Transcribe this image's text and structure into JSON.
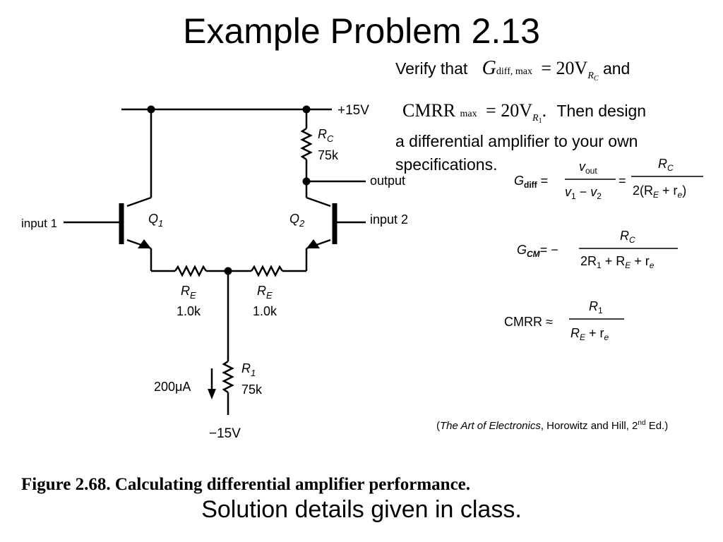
{
  "slide": {
    "title": "Example Problem 2.13",
    "intro": {
      "verify_that": "Verify that",
      "gdiff_symbol": "G",
      "gdiff_subscript": "diff, max",
      "equals_20V": "= 20V",
      "rc_subscript": "R",
      "rc_subsub": "C",
      "and": "and",
      "cmrr_symbol": "CMRR",
      "cmrr_subscript": "max",
      "r1_subscript": "R",
      "r1_subsub": "1",
      "period": ".",
      "then_design": "Then design",
      "line3": "a differential amplifier to your own",
      "line4": "specifications."
    },
    "citation": {
      "open": "(",
      "book": "The Art of Electronics",
      "authors": ", Horowitz and Hill, 2",
      "sup": "nd",
      "edition": " Ed.)"
    },
    "figure_caption": "Figure 2.68. Calculating differential amplifier performance.",
    "solution": "Solution details given in class."
  },
  "circuit": {
    "supply_pos": "+15V",
    "supply_neg": "−15V",
    "rc_label": "R",
    "rc_sub": "C",
    "rc_value": "75k",
    "output": "output",
    "input1": "input 1",
    "input2": "input 2",
    "q1": "Q",
    "q1_sub": "1",
    "q2": "Q",
    "q2_sub": "2",
    "re_left_label": "R",
    "re_left_sub": "E",
    "re_left_value": "1.0k",
    "re_right_label": "R",
    "re_right_sub": "E",
    "re_right_value": "1.0k",
    "r1_label": "R",
    "r1_sub": "1",
    "r1_value": "75k",
    "current": "200μA"
  },
  "formulas": {
    "gdiff": {
      "lhs": "G",
      "lhs_sub": "diff",
      "num1": "v",
      "num1_sub": "out",
      "den1_a": "v",
      "den1_a_sub": "1",
      "den1_mid": " − ",
      "den1_b": "v",
      "den1_b_sub": "2",
      "num2": "R",
      "num2_sub": "C",
      "den2_a": "2(R",
      "den2_a_sub": "E",
      "den2_b": " + r",
      "den2_b_sub": "e",
      "den2_c": ")"
    },
    "gcm": {
      "lhs": "G",
      "lhs_sub": "CM",
      "eq": "= −",
      "num": "R",
      "num_sub": "C",
      "den_a": "2R",
      "den_a_sub": "1",
      "den_b": " + R",
      "den_b_sub": "E",
      "den_c": " + r",
      "den_c_sub": "e"
    },
    "cmrr": {
      "lhs": "CMRR ≈",
      "num": "R",
      "num_sub": "1",
      "den_a": "R",
      "den_a_sub": "E",
      "den_b": " + r",
      "den_b_sub": "e"
    }
  }
}
